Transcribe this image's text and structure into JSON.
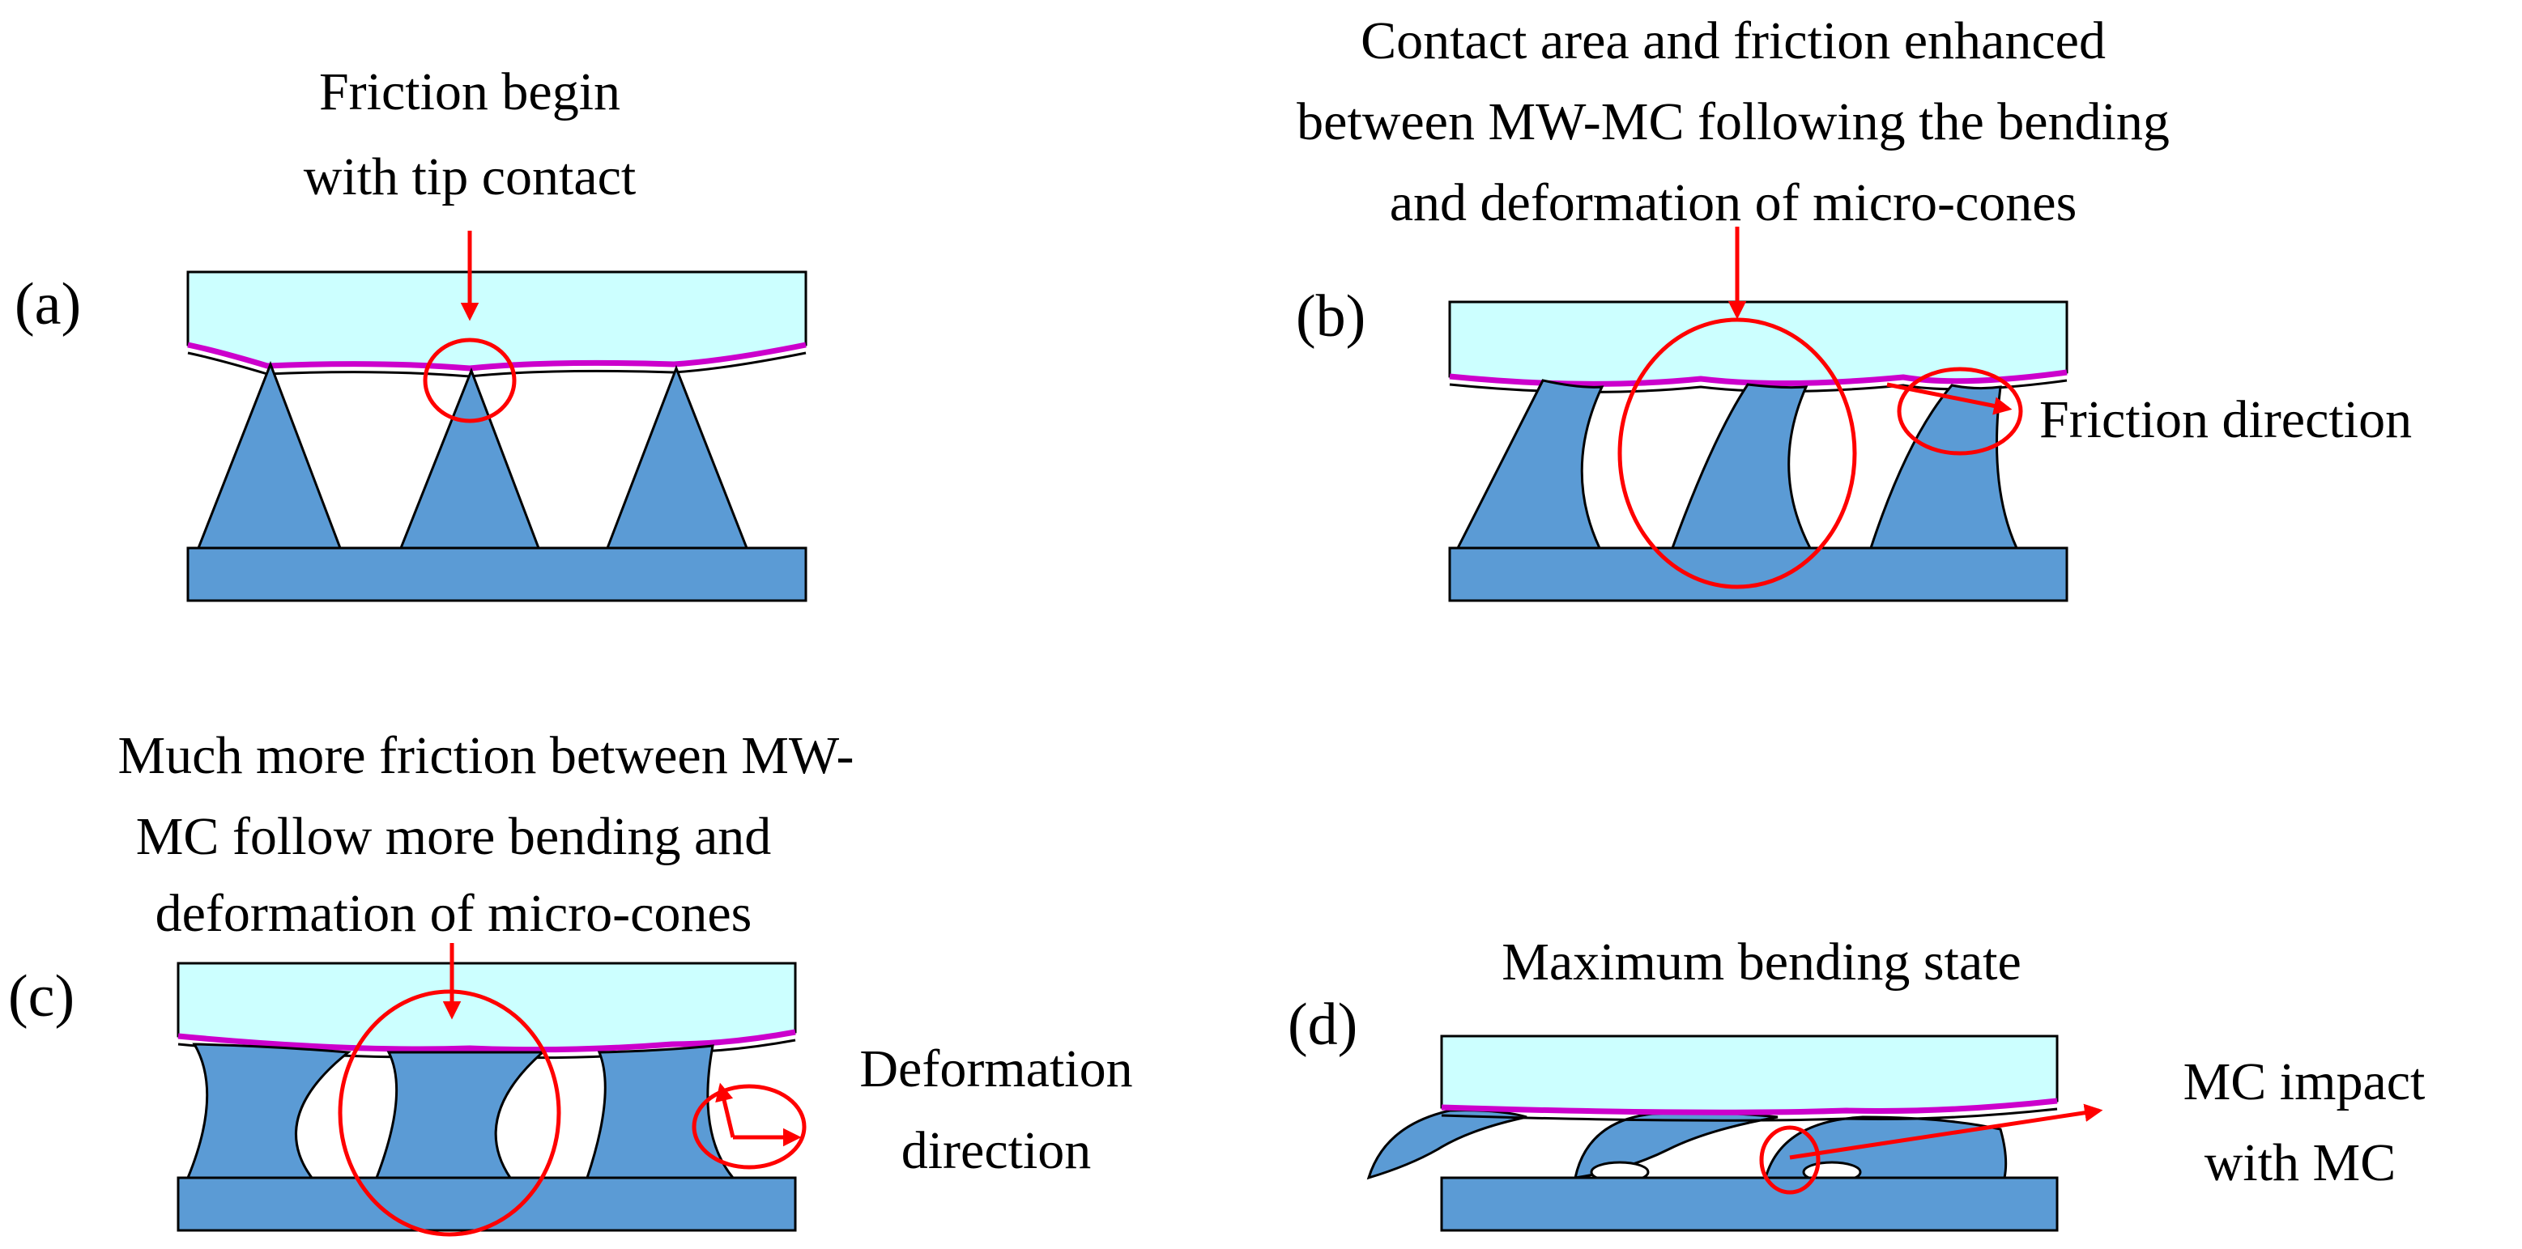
{
  "colors": {
    "top_plate": "#ccffff",
    "bottom_plate": "#5b9bd5",
    "cone": "#5b9bd5",
    "film": "#cc00cc",
    "marker": "#ff0000",
    "outline": "#000000"
  },
  "panels": {
    "a": {
      "label": "(a)",
      "caption": [
        "Friction begin",
        "with tip contact"
      ]
    },
    "b": {
      "label": "(b)",
      "caption": [
        "Contact area and friction enhanced",
        "between MW-MC  following the bending",
        "and deformation of micro-cones"
      ],
      "side_label": "Friction direction"
    },
    "c": {
      "label": "(c)",
      "caption": [
        "Much more friction between MW-",
        "MC  follow more bending and",
        "deformation of micro-cones"
      ],
      "side_label": [
        "Deformation",
        "direction"
      ]
    },
    "d": {
      "label": "(d)",
      "caption": [
        "Maximum  bending state"
      ],
      "side_label": [
        "MC  impact",
        "with MC"
      ]
    }
  }
}
